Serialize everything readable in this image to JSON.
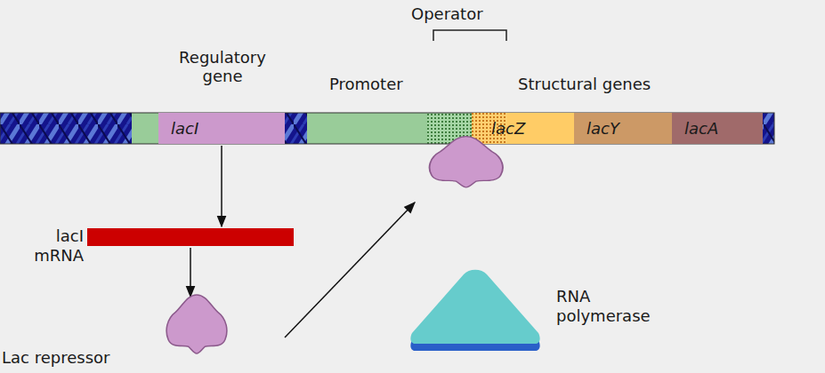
{
  "diagram": {
    "nodes": [
      {
        "text": [
          "lacI"
        ]
      },
      {
        "text": [
          "lacZ"
        ]
      },
      {
        "text": [
          "lacY"
        ]
      },
      {
        "text": [
          "lacA"
        ]
      },
      {
        "text": [
          "lacI mRNA"
        ]
      },
      {
        "text": [
          "Lac repressor"
        ]
      },
      {
        "text": [
          "RNA polymerase"
        ]
      }
    ],
    "edges": [
      {
        "from": 0,
        "to": 4,
        "arrow": "to"
      },
      {
        "from": 4,
        "to": 5,
        "arrow": "to"
      }
    ],
    "labels": [
      "Operator",
      "Regulatory gene",
      "Promoter",
      "Structural genes"
    ]
  }
}
